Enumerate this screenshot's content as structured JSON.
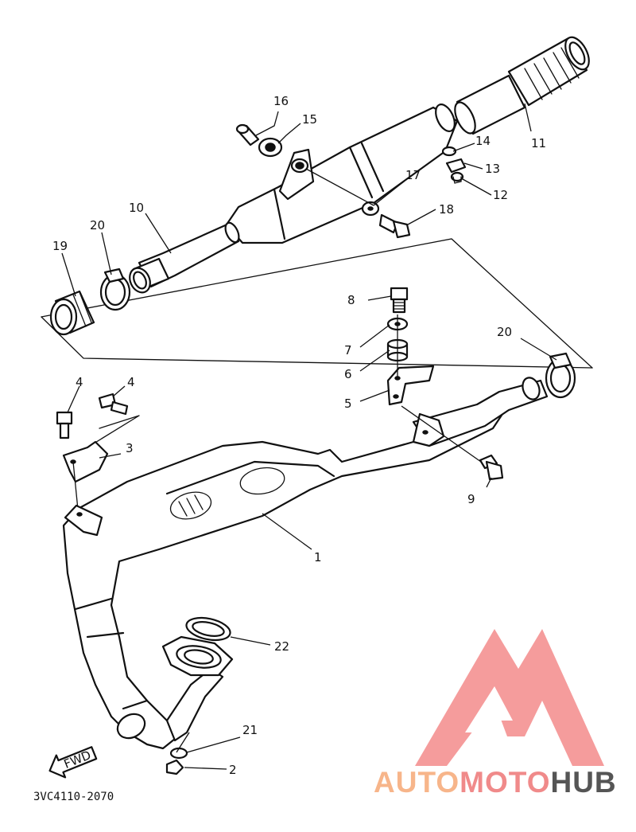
{
  "callouts": [
    {
      "id": "16",
      "label": "16"
    },
    {
      "id": "15",
      "label": "15"
    },
    {
      "id": "14",
      "label": "14"
    },
    {
      "id": "13",
      "label": "13"
    },
    {
      "id": "12",
      "label": "12"
    },
    {
      "id": "11",
      "label": "11"
    },
    {
      "id": "17",
      "label": "17"
    },
    {
      "id": "18",
      "label": "18"
    },
    {
      "id": "10",
      "label": "10"
    },
    {
      "id": "20a",
      "label": "20"
    },
    {
      "id": "19",
      "label": "19"
    },
    {
      "id": "8",
      "label": "8"
    },
    {
      "id": "7",
      "label": "7"
    },
    {
      "id": "6",
      "label": "6"
    },
    {
      "id": "5",
      "label": "5"
    },
    {
      "id": "20b",
      "label": "20"
    },
    {
      "id": "4a",
      "label": "4"
    },
    {
      "id": "4b",
      "label": "4"
    },
    {
      "id": "3",
      "label": "3"
    },
    {
      "id": "9",
      "label": "9"
    },
    {
      "id": "1",
      "label": "1"
    },
    {
      "id": "22",
      "label": "22"
    },
    {
      "id": "21",
      "label": "21"
    },
    {
      "id": "2",
      "label": "2"
    }
  ],
  "direction_label": "FWD",
  "diagram_code": "3VC4110-2070",
  "watermark": {
    "part1": "AUTO",
    "part2": "MOTO",
    "part3": "HUB",
    "color_light": "#f7b58a",
    "color_mid": "#f08a8a",
    "color_dark": "#555555"
  }
}
